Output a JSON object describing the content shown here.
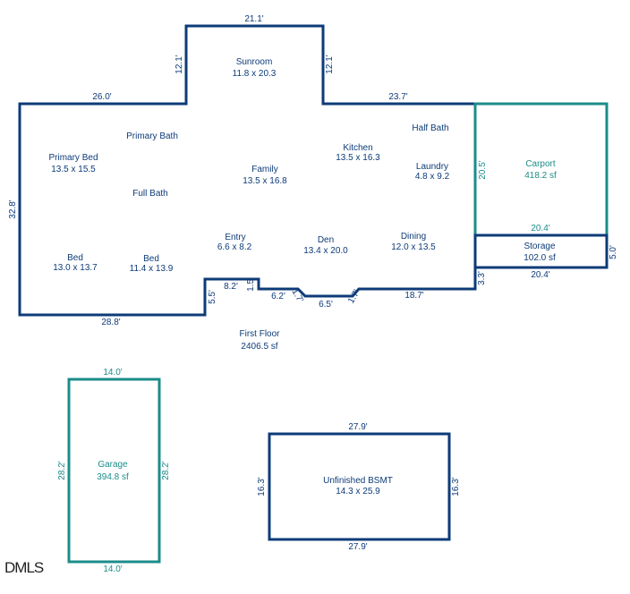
{
  "colors": {
    "wall": "#0d3b78",
    "auxiliary": "#1b8c8a"
  },
  "first_floor": {
    "label": "First Floor",
    "area": "2406.5 sf",
    "rooms": [
      {
        "name": "Sunroom",
        "size": "11.8 x 20.3"
      },
      {
        "name": "Primary Bath",
        "size": ""
      },
      {
        "name": "Primary Bed",
        "size": "13.5 x 15.5"
      },
      {
        "name": "Full Bath",
        "size": ""
      },
      {
        "name": "Family",
        "size": "13.5 x 16.8"
      },
      {
        "name": "Kitchen",
        "size": "13.5 x 16.3"
      },
      {
        "name": "Half Bath",
        "size": ""
      },
      {
        "name": "Laundry",
        "size": "4.8 x 9.2"
      },
      {
        "name": "Entry",
        "size": "6.6 x 8.2"
      },
      {
        "name": "Den",
        "size": "13.4 x 20.0"
      },
      {
        "name": "Dining",
        "size": "12.0 x 13.5"
      },
      {
        "name": "Bed",
        "size": "13.0 x 13.7"
      },
      {
        "name": "Bed",
        "size": "11.4 x 13.9"
      }
    ],
    "dimensions": [
      "21.1'",
      "12.1'",
      "12.1'",
      "26.0'",
      "23.7'",
      "32.8'",
      "28.8'",
      "5.5'",
      "8.2'",
      "1.5'",
      "6.2'",
      "1.7'",
      "6.5'",
      "1.7'",
      "18.7'",
      "3.3'"
    ]
  },
  "carport": {
    "label": "Carport",
    "area": "418.2 sf",
    "dimensions": [
      "20.5'",
      "20.4'"
    ]
  },
  "storage": {
    "label": "Storage",
    "area": "102.0 sf",
    "dimensions": [
      "5.0'",
      "20.4'"
    ]
  },
  "garage": {
    "label": "Garage",
    "area": "394.8 sf",
    "dimensions": [
      "14.0'",
      "28.2'",
      "28.2'",
      "14.0'"
    ]
  },
  "basement": {
    "label": "Unfinished BSMT",
    "size": "14.3 x 25.9",
    "dimensions": [
      "27.9'",
      "16.3'",
      "16.3'",
      "27.9'"
    ]
  },
  "logo": "DMLS"
}
